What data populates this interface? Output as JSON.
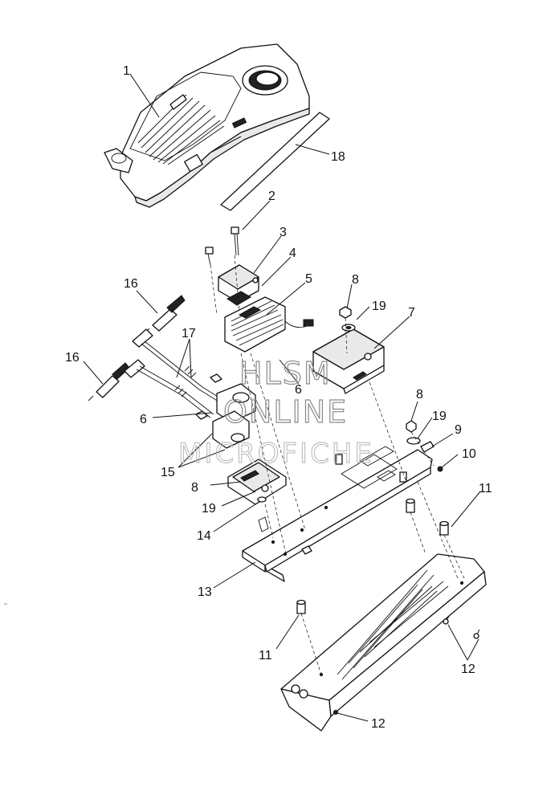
{
  "watermark": {
    "line1": "HLSM",
    "line2": "ONLINE",
    "line3": "MICROFICHE"
  },
  "callouts": {
    "c1": "1",
    "c2": "2",
    "c3": "3",
    "c4": "4",
    "c5": "5",
    "c6a": "6",
    "c6b": "6",
    "c7": "7",
    "c8a": "8",
    "c8b": "8",
    "c8c": "8",
    "c9": "9",
    "c10": "10",
    "c11a": "11",
    "c11b": "11",
    "c12a": "12",
    "c12b": "12",
    "c13": "13",
    "c14": "14",
    "c15": "15",
    "c16a": "16",
    "c16b": "16",
    "c17": "17",
    "c18": "18",
    "c19a": "19",
    "c19b": "19",
    "c19c": "19"
  },
  "colors": {
    "line": "#111111",
    "watermark": "#8a8a8a"
  }
}
